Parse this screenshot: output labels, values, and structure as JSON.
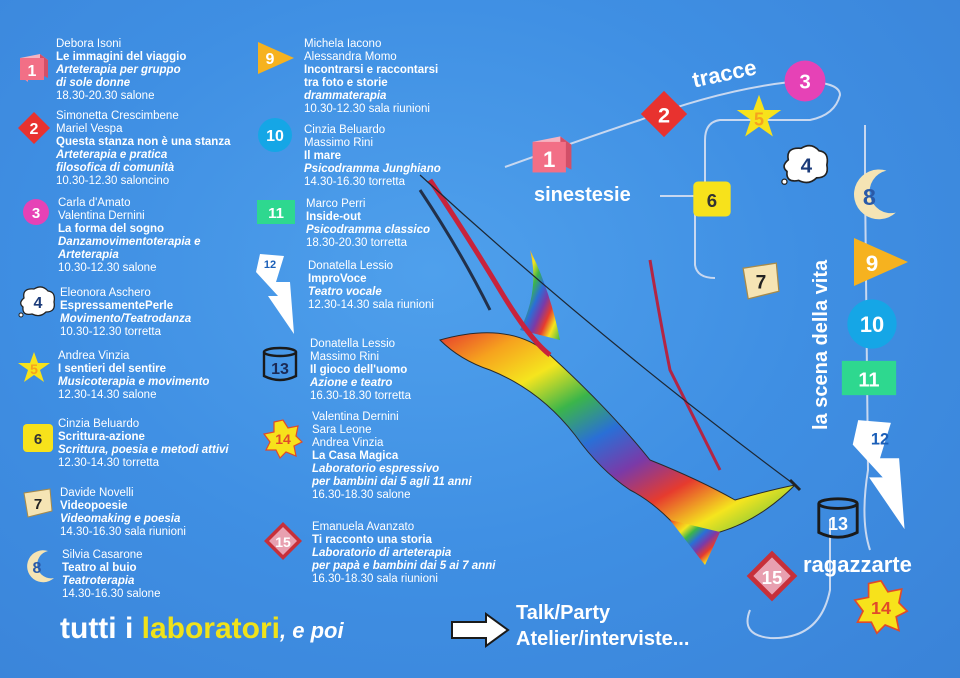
{
  "workshops": [
    {
      "number": "1",
      "lines": [
        "Debora Isoni",
        "Le immagini del viaggio",
        "Arteterapia per gruppo",
        "di sole donne",
        "18.30-20.30 salone"
      ],
      "styles": [
        "",
        "b",
        "bi",
        "bi",
        ""
      ]
    },
    {
      "number": "2",
      "lines": [
        "Simonetta Crescimbene",
        "Mariel Vespa",
        "Questa stanza non è una stanza",
        "Arteterapia e pratica",
        "filosofica di comunità",
        "10.30-12.30 saloncino"
      ],
      "styles": [
        "",
        "",
        "b",
        "bi",
        "bi",
        ""
      ]
    },
    {
      "number": "3",
      "lines": [
        "Carla d'Amato",
        "Valentina Dernini",
        "La forma del sogno",
        "Danzamovimentoterapia e",
        "Arteterapia",
        "10.30-12.30 salone"
      ],
      "styles": [
        "",
        "",
        "b",
        "bi",
        "bi",
        ""
      ]
    },
    {
      "number": "4",
      "lines": [
        "Eleonora Aschero",
        "EspressamentePerle",
        "Movimento/Teatrodanza",
        "10.30-12.30 torretta"
      ],
      "styles": [
        "",
        "b",
        "bi",
        ""
      ]
    },
    {
      "number": "5",
      "lines": [
        "Andrea Vinzia",
        "I sentieri del sentire",
        "Musicoterapia e movimento",
        "12.30-14.30 salone"
      ],
      "styles": [
        "",
        "b",
        "bi",
        ""
      ]
    },
    {
      "number": "6",
      "lines": [
        "Cinzia Beluardo",
        "Scrittura-azione",
        "Scrittura, poesia e metodi attivi",
        "12.30-14.30 torretta"
      ],
      "styles": [
        "",
        "b",
        "bi",
        ""
      ]
    },
    {
      "number": "7",
      "lines": [
        "Davide Novelli",
        "Videopoesie",
        "Videomaking e poesia",
        "14.30-16.30 sala riunioni"
      ],
      "styles": [
        "",
        "b",
        "bi",
        ""
      ]
    },
    {
      "number": "8",
      "lines": [
        "Silvia Casarone",
        "Teatro al buio",
        "Teatroterapia",
        "14.30-16.30 salone"
      ],
      "styles": [
        "",
        "b",
        "bi",
        ""
      ]
    },
    {
      "number": "9",
      "lines": [
        "Michela Iacono",
        "Alessandra Momo",
        "Incontrarsi e raccontarsi",
        "tra foto e storie",
        "drammaterapia",
        "10.30-12.30  sala riunioni"
      ],
      "styles": [
        "",
        "",
        "b",
        "b",
        "bi",
        ""
      ]
    },
    {
      "number": "10",
      "lines": [
        "Cinzia Beluardo",
        "Massimo Rini",
        "Il mare",
        "Psicodramma Junghiano",
        "14.30-16.30 torretta"
      ],
      "styles": [
        "",
        "",
        "b",
        "bi",
        ""
      ]
    },
    {
      "number": "11",
      "lines": [
        "Marco Perri",
        "Inside-out",
        "Psicodramma classico",
        "18.30-20.30 torretta"
      ],
      "styles": [
        "",
        "b",
        "bi",
        ""
      ]
    },
    {
      "number": "12",
      "lines": [
        "Donatella Lessio",
        "ImproVoce",
        "Teatro vocale",
        "12.30-14.30 sala riunioni"
      ],
      "styles": [
        "",
        "b",
        "bi",
        ""
      ]
    },
    {
      "number": "13",
      "lines": [
        "Donatella Lessio",
        "Massimo Rini",
        "Il gioco dell'uomo",
        "Azione e teatro",
        "16.30-18.30 torretta"
      ],
      "styles": [
        "",
        "",
        "b",
        "bi",
        ""
      ]
    },
    {
      "number": "14",
      "lines": [
        "Valentina Dernini",
        "Sara Leone",
        "Andrea Vinzia",
        "La Casa Magica",
        "Laboratorio espressivo",
        "per bambini dai 5 agli 11 anni",
        "16.30-18.30 salone"
      ],
      "styles": [
        "",
        "",
        "",
        "b",
        "bi",
        "bi",
        ""
      ]
    },
    {
      "number": "15",
      "lines": [
        "Emanuela Avanzato",
        "Ti racconto una storia",
        "Laboratorio di arteterapia",
        "per papà e bambini dai 5 ai 7 anni",
        "16.30-18.30 sala riunioni"
      ],
      "styles": [
        "",
        "b",
        "bi",
        "bi",
        ""
      ]
    }
  ],
  "map_labels": {
    "tracce": "tracce",
    "sinestesie": "sinestesie",
    "scena": "la scena della vita",
    "ragazzarte": "ragazzarte"
  },
  "footer": {
    "part1": "tutti i ",
    "part2": "laboratori",
    "part3": ", e poi",
    "talk_line1": "Talk/Party",
    "talk_line2": "Atelier/interviste..."
  },
  "colors": {
    "background": "#3f8fe3",
    "pink_cube": "#f26f86",
    "red_diamond": "#e8322f",
    "magenta_circle": "#e642b6",
    "yellow": "#f7e21b",
    "orange_triangle": "#f6b21f",
    "cyan_circle": "#15a6e6",
    "green_rect": "#2ed88f",
    "cream": "#f5e4b4",
    "accent_yellow": "#f0e21a"
  }
}
